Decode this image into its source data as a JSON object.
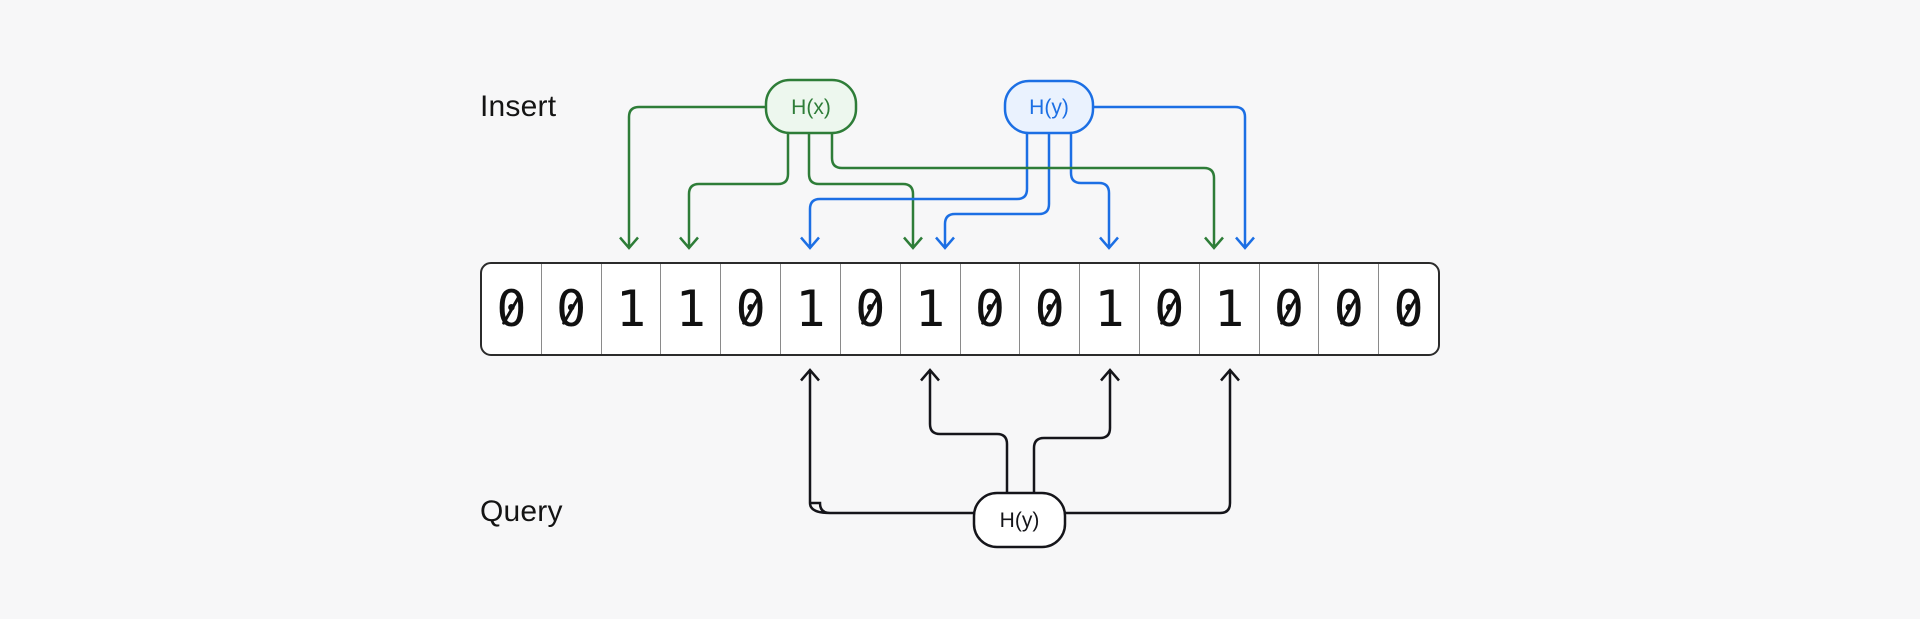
{
  "labels": {
    "insert": "Insert",
    "query": "Query"
  },
  "nodes": {
    "hash_x_insert": "H(x)",
    "hash_y_insert": "H(y)",
    "hash_y_query": "H(y)"
  },
  "bit_array": {
    "length": 16,
    "values": [
      "0",
      "0",
      "1",
      "1",
      "0",
      "1",
      "0",
      "1",
      "0",
      "0",
      "1",
      "0",
      "1",
      "0",
      "0",
      "0"
    ]
  },
  "mappings": {
    "hash_x_insert_cells": [
      2,
      3,
      7,
      12
    ],
    "hash_y_insert_cells": [
      5,
      7,
      10,
      12
    ],
    "hash_y_query_cells": [
      5,
      7,
      10,
      12
    ]
  },
  "colors": {
    "background": "#f7f7f8",
    "insert_x_stroke": "#2e7d38",
    "insert_x_fill": "#edf7ee",
    "insert_y_stroke": "#1c6fe4",
    "insert_y_fill": "#eaf2fe",
    "query_stroke": "#15151a",
    "array_border": "#2b2b2b",
    "array_divider": "#8a8a8a",
    "digit": "#111111"
  }
}
